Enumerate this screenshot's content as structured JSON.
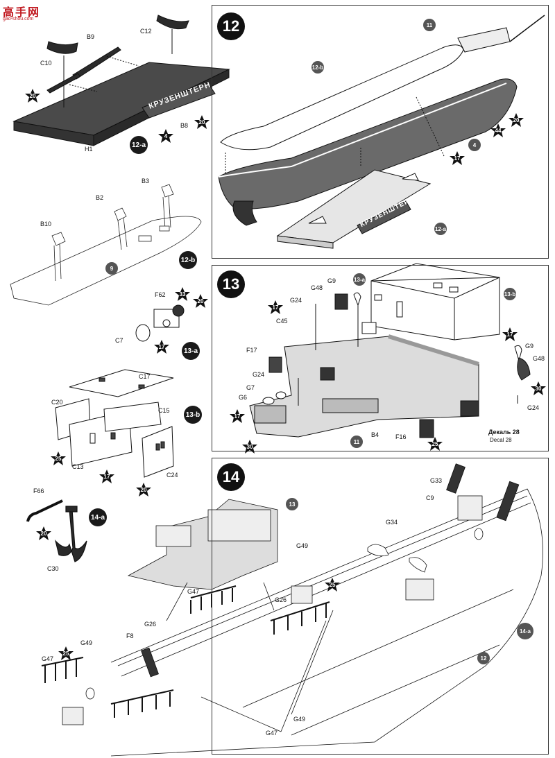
{
  "logo": {
    "chars": "高手网",
    "url": "gao-shou.com"
  },
  "steps": {
    "s12": "12",
    "s13": "13",
    "s14": "14",
    "s12a": "12-a",
    "s12b": "12-b",
    "s13a": "13-a",
    "s13b": "13-b",
    "s14a": "14-a"
  },
  "labels": {
    "C12": "C12",
    "B9": "B9",
    "C10": "C10",
    "B8": "B8",
    "H1": "H1",
    "B3": "B3",
    "B2": "B2",
    "B10": "B10",
    "F62": "F62",
    "C7": "C7",
    "C17": "C17",
    "C20": "C20",
    "C15": "C15",
    "C13": "C13",
    "C24": "C24",
    "F66": "F66",
    "C30": "C30",
    "G48": "G48",
    "G9": "G9",
    "G24": "G24",
    "C45": "C45",
    "F17": "F17",
    "G7": "G7",
    "G6": "G6",
    "B4": "B4",
    "F16": "F16",
    "G48b": "G48",
    "G9b": "G9",
    "G24b": "G24",
    "G24c": "G24",
    "G33": "G33",
    "C9": "C9",
    "G34": "G34",
    "G49": "G49",
    "G47": "G47",
    "G26": "G26",
    "G26b": "G26",
    "F8": "F8",
    "G49b": "G49",
    "G47b": "G47",
    "G49c": "G49",
    "G47c": "G47"
  },
  "plate_text": "КРУЗЕНШТЕРН",
  "refs": {
    "r9": "9",
    "r11": "11",
    "r4": "4",
    "r11b": "11",
    "r13": "13",
    "r12": "12",
    "r14a": "14-a",
    "r12b": "12-b",
    "r12a": "12-a",
    "r13a": "13-a",
    "r13b": "13-b"
  },
  "stars": {
    "st20a": "20",
    "st4": "4",
    "st20b": "20",
    "st33": "33",
    "st20c": "20",
    "st17a": "17",
    "st25a": "25",
    "st17b": "17",
    "st20d": "20",
    "st20e": "20",
    "st44": "44",
    "st20f": "20",
    "st17c": "17",
    "st17d": "17",
    "st17e": "17",
    "st30a": "30",
    "st17f": "17",
    "st30b": "30",
    "st25b": "25",
    "st25c": "25",
    "st25d": "25"
  },
  "decal": {
    "ru": "Декаль 28",
    "en": "Decal 28"
  }
}
